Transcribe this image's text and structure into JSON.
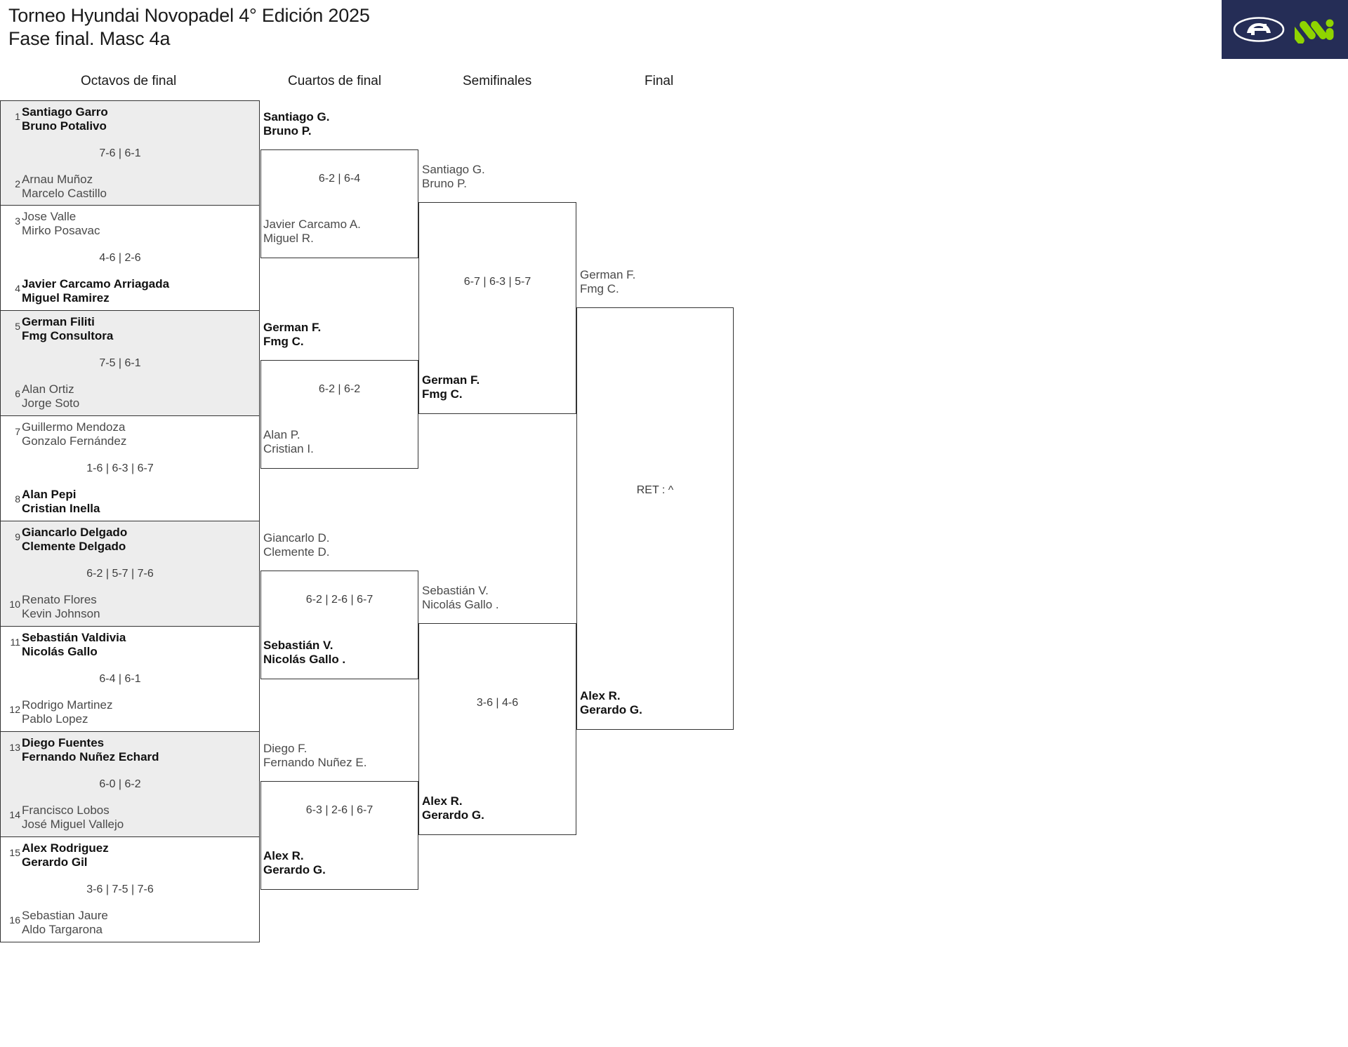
{
  "header": {
    "title_line1": "Torneo Hyundai Novopadel 4° Edición 2025",
    "title_line2": "Fase final. Masc 4a",
    "logo": {
      "brand": "Hyundai",
      "mark": "M",
      "background": "#252d56",
      "mark_color": "#8fd400",
      "brand_color": "#ffffff"
    }
  },
  "rounds": [
    {
      "id": "r16",
      "label": "Octavos de final"
    },
    {
      "id": "qf",
      "label": "Cuartos de final"
    },
    {
      "id": "sf",
      "label": "Semifinales"
    },
    {
      "id": "f",
      "label": "Final"
    }
  ],
  "colors": {
    "shaded_row": "#ededed",
    "border": "#333333",
    "winner_text": "#111111",
    "loser_text": "#4a4a4a"
  },
  "round16": [
    {
      "shaded": true,
      "score": "7-6 | 6-1",
      "top": {
        "seed": "1",
        "p1": "Santiago Garro",
        "p2": "Bruno Potalivo",
        "winner": true
      },
      "bottom": {
        "seed": "2",
        "p1": "Arnau Muñoz",
        "p2": "Marcelo Castillo",
        "winner": false
      }
    },
    {
      "shaded": false,
      "score": "4-6 | 2-6",
      "top": {
        "seed": "3",
        "p1": "Jose Valle",
        "p2": "Mirko Posavac",
        "winner": false
      },
      "bottom": {
        "seed": "4",
        "p1": "Javier Carcamo Arriagada",
        "p2": "Miguel Ramirez",
        "winner": true
      }
    },
    {
      "shaded": true,
      "score": "7-5 | 6-1",
      "top": {
        "seed": "5",
        "p1": "German Filiti",
        "p2": "Fmg Consultora",
        "winner": true
      },
      "bottom": {
        "seed": "6",
        "p1": "Alan Ortiz",
        "p2": "Jorge Soto",
        "winner": false
      }
    },
    {
      "shaded": false,
      "score": "1-6 | 6-3 | 6-7",
      "top": {
        "seed": "7",
        "p1": "Guillermo Mendoza",
        "p2": "Gonzalo Fernández",
        "winner": false
      },
      "bottom": {
        "seed": "8",
        "p1": "Alan Pepi",
        "p2": "Cristian Inella",
        "winner": true
      }
    },
    {
      "shaded": true,
      "score": "6-2 | 5-7 | 7-6",
      "top": {
        "seed": "9",
        "p1": "Giancarlo Delgado",
        "p2": "Clemente Delgado",
        "winner": true
      },
      "bottom": {
        "seed": "10",
        "p1": "Renato Flores",
        "p2": "Kevin Johnson",
        "winner": false
      }
    },
    {
      "shaded": false,
      "score": "6-4 | 6-1",
      "top": {
        "seed": "11",
        "p1": "Sebastián Valdivia",
        "p2": "Nicolás Gallo",
        "winner": true
      },
      "bottom": {
        "seed": "12",
        "p1": "Rodrigo Martinez",
        "p2": "Pablo Lopez",
        "winner": false
      }
    },
    {
      "shaded": true,
      "score": "6-0 | 6-2",
      "top": {
        "seed": "13",
        "p1": "Diego Fuentes",
        "p2": "Fernando Nuñez Echard",
        "winner": true
      },
      "bottom": {
        "seed": "14",
        "p1": "Francisco Lobos",
        "p2": "José Miguel Vallejo",
        "winner": false
      }
    },
    {
      "shaded": false,
      "score": "3-6 | 7-5 | 7-6",
      "top": {
        "seed": "15",
        "p1": "Alex Rodriguez",
        "p2": "Gerardo Gil",
        "winner": true
      },
      "bottom": {
        "seed": "16",
        "p1": "Sebastian Jaure",
        "p2": "Aldo Targarona",
        "winner": false
      }
    }
  ],
  "quarterfinals": [
    {
      "score": "6-2 | 6-4",
      "top": {
        "p1": "Santiago G.",
        "p2": "Bruno P.",
        "winner": true
      },
      "bottom": {
        "p1": "Javier Carcamo A.",
        "p2": "Miguel R.",
        "winner": false
      }
    },
    {
      "score": "6-2 | 6-2",
      "top": {
        "p1": "German F.",
        "p2": "Fmg C.",
        "winner": true
      },
      "bottom": {
        "p1": "Alan P.",
        "p2": "Cristian I.",
        "winner": false
      }
    },
    {
      "score": "6-2 | 2-6 | 6-7",
      "top": {
        "p1": "Giancarlo D.",
        "p2": "Clemente D.",
        "winner": false
      },
      "bottom": {
        "p1": "Sebastián V.",
        "p2": "Nicolás Gallo .",
        "winner": true
      }
    },
    {
      "score": "6-3 | 2-6 | 6-7",
      "top": {
        "p1": "Diego F.",
        "p2": "Fernando Nuñez E.",
        "winner": false
      },
      "bottom": {
        "p1": "Alex R.",
        "p2": "Gerardo G.",
        "winner": true
      }
    }
  ],
  "semifinals": [
    {
      "score": "6-7 | 6-3 | 5-7",
      "top": {
        "p1": "Santiago G.",
        "p2": "Bruno P.",
        "winner": false
      },
      "bottom": {
        "p1": "German F.",
        "p2": "Fmg C.",
        "winner": true
      }
    },
    {
      "score": "3-6 | 4-6",
      "top": {
        "p1": "Sebastián V.",
        "p2": "Nicolás Gallo .",
        "winner": false
      },
      "bottom": {
        "p1": "Alex R.",
        "p2": "Gerardo G.",
        "winner": true
      }
    }
  ],
  "final": {
    "score": "RET : ^",
    "top": {
      "p1": "German F.",
      "p2": "Fmg C.",
      "winner": false
    },
    "bottom": {
      "p1": "Alex R.",
      "p2": "Gerardo G.",
      "winner": true
    }
  }
}
